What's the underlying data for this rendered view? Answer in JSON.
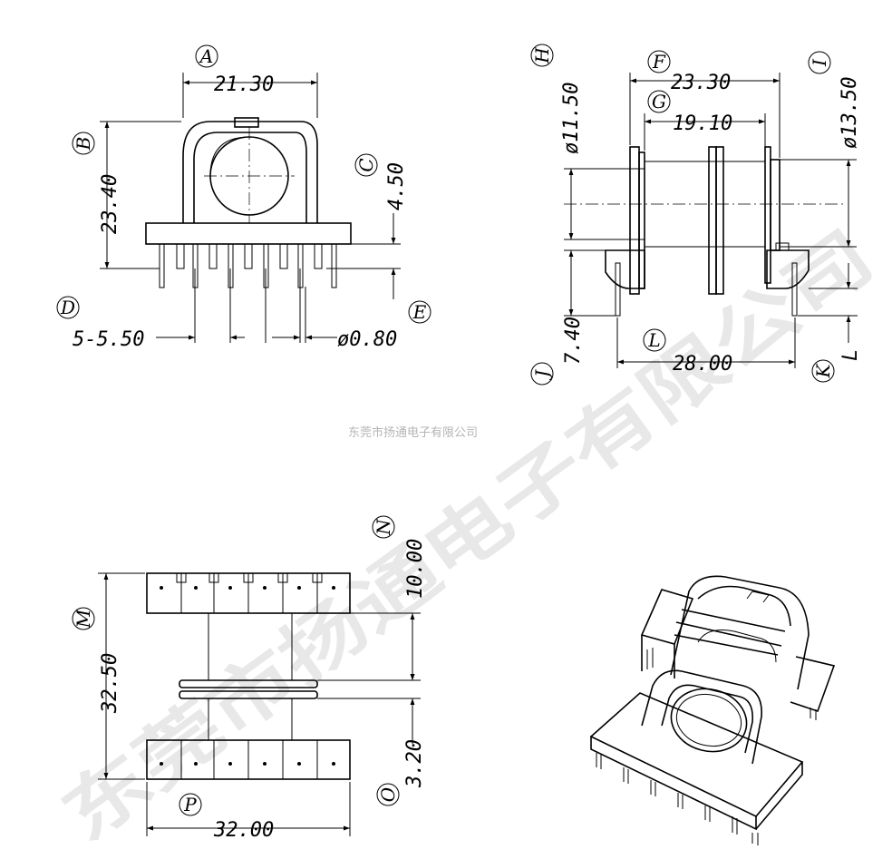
{
  "watermark": {
    "large_text": "东莞市扬通电子有限公司",
    "small_text": "东莞市扬通电子有限公司"
  },
  "front_view": {
    "label_a": "A",
    "dim_a": "21.30",
    "label_b": "B",
    "dim_b": "23.40",
    "label_c": "C",
    "dim_c": "4.50",
    "label_d": "D",
    "dim_d": "5-5.50",
    "label_e": "E",
    "dim_e": "ø0.80"
  },
  "side_view": {
    "label_f": "F",
    "dim_f": "23.30",
    "label_g": "G",
    "dim_g": "19.10",
    "label_h": "H",
    "dim_h": "ø11.50",
    "label_i": "I",
    "dim_i": "ø13.50",
    "label_j": "J",
    "dim_j": "7.40",
    "label_k": "K",
    "dim_k": "L",
    "label_l": "L",
    "dim_l": "28.00"
  },
  "bottom_view": {
    "label_m": "M",
    "dim_m": "32.50",
    "label_n": "N",
    "dim_n": "10.00",
    "label_o": "O",
    "dim_o": "3.20",
    "label_p": "P",
    "dim_p": "32.00"
  },
  "iso_view": {
    "caption": ""
  }
}
